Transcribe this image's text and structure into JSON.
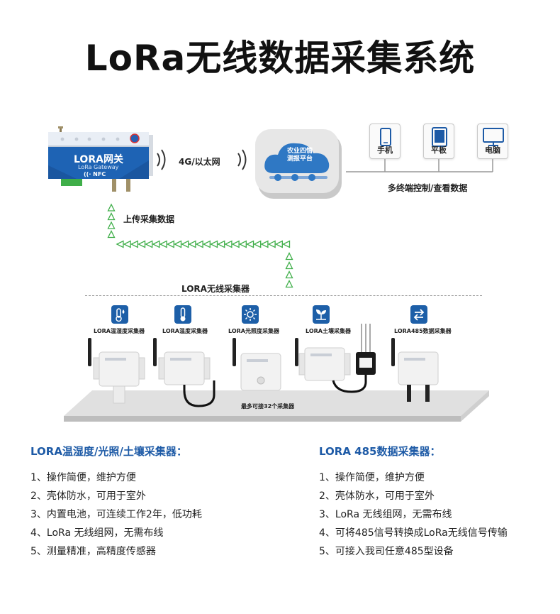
{
  "title": "LoRa无线数据采集系统",
  "gateway": {
    "name": "LORA网关",
    "sub": "LoRa Gateway",
    "nfc": "NFC"
  },
  "link_label": "4G/以太网",
  "cloud_label": "农业四情测报平台",
  "terminals": [
    {
      "label": "手机",
      "icon": "phone-icon"
    },
    {
      "label": "平板",
      "icon": "tablet-icon"
    },
    {
      "label": "电脑",
      "icon": "monitor-icon"
    }
  ],
  "terminals_caption": "多终端控制/查看数据",
  "upload_label": "上传采集数据",
  "collector_section_label": "LORA无线采集器",
  "sensors": [
    {
      "label": "LORA温湿度采集器",
      "icon": "humidity-icon"
    },
    {
      "label": "LORA温度采集器",
      "icon": "thermometer-icon"
    },
    {
      "label": "LORA光照度采集器",
      "icon": "sun-icon"
    },
    {
      "label": "LORA土壤采集器",
      "icon": "sprout-icon"
    },
    {
      "label": "LORA485数据采集器",
      "icon": "swap-arrows-icon"
    }
  ],
  "platform_caption": "最多可接32个采集器",
  "specs_left": {
    "title": "LORA温湿度/光照/土壤采集器：",
    "items": [
      "1、操作简便，维护方便",
      "2、壳体防水，可用于室外",
      "3、内置电池，可连续工作2年，低功耗",
      "4、LoRa 无线组网，无需布线",
      "5、测量精准，高精度传感器"
    ]
  },
  "specs_right": {
    "title": "LORA 485数据采集器：",
    "items": [
      "1、操作简便，维护方便",
      "2、壳体防水，可用于室外",
      "3、LoRa 无线组网，无需布线",
      "4、可将485信号转换成LoRa无线信号传输",
      "5、可接入我司任意485型设备"
    ]
  },
  "colors": {
    "accent": "#1d5aa6",
    "arrow": "#3fae49",
    "gateway": "#1e63b4"
  }
}
